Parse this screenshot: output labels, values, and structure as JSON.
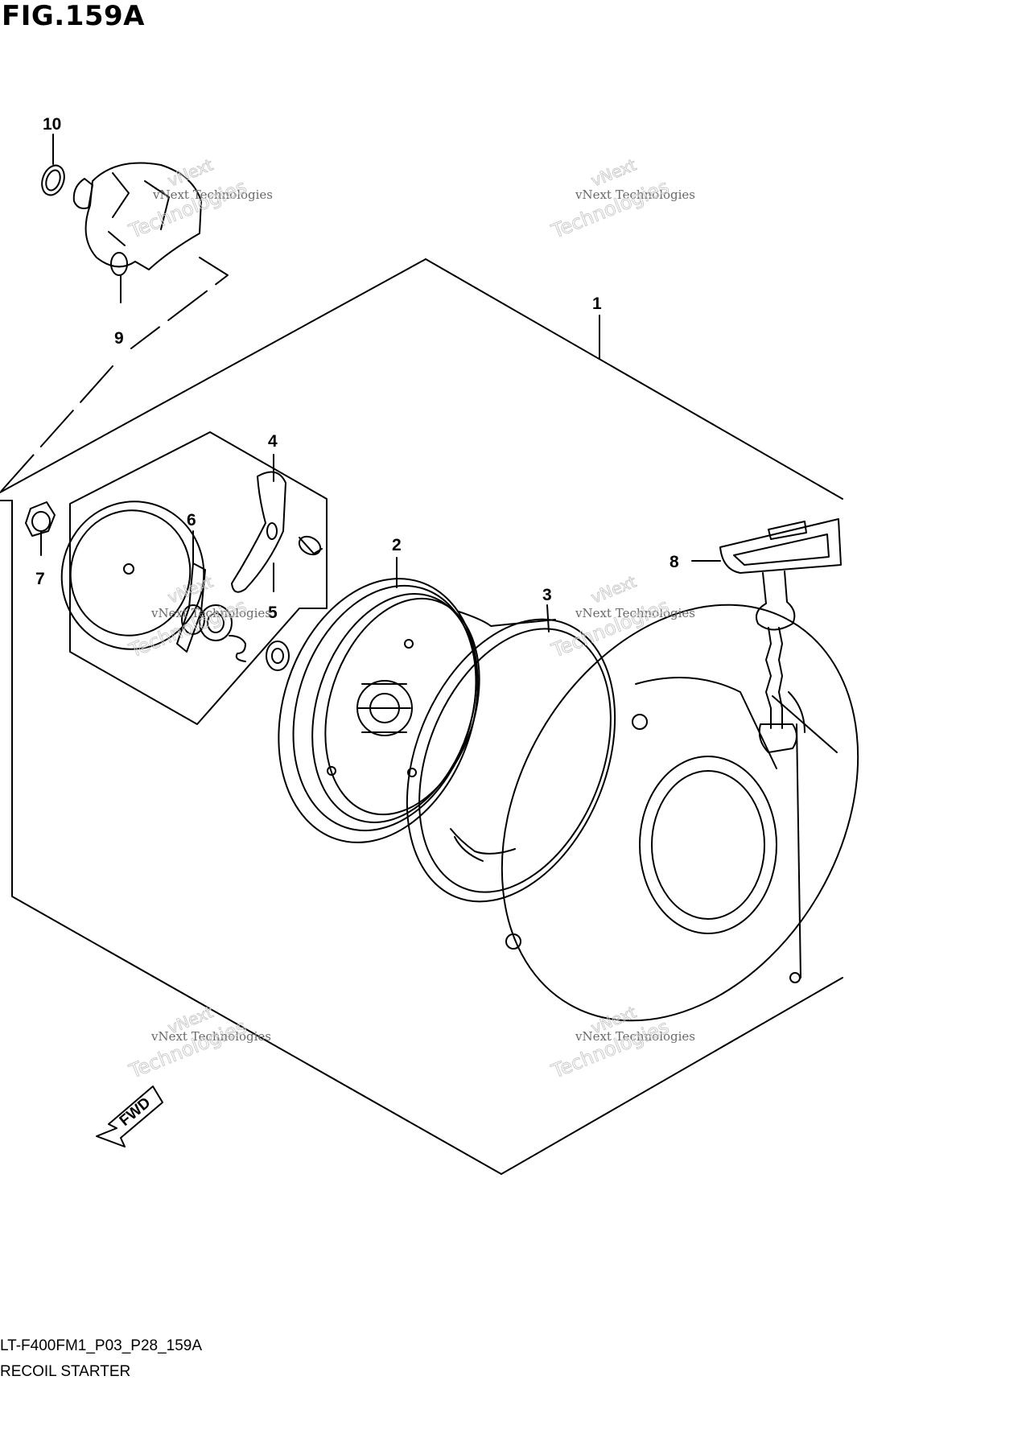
{
  "figure": {
    "title": "FIG.159A",
    "drawing_code": "LT-F400FM1_P03_P28_159A",
    "name": "RECOIL STARTER"
  },
  "callouts": [
    "1",
    "2",
    "3",
    "4",
    "5",
    "6",
    "7",
    "8",
    "9",
    "10"
  ],
  "fwd_label": "FWD",
  "watermark": {
    "line1": "vNext Technologies",
    "line2": "vNext",
    "line3": "Technologies"
  }
}
